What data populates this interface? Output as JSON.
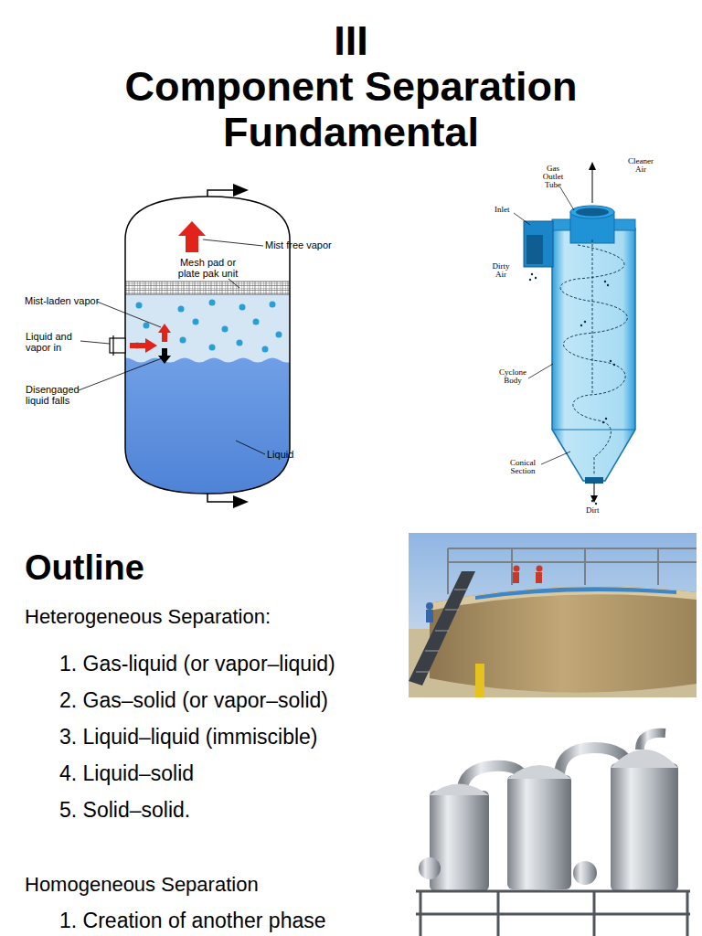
{
  "diagram": {
    "title": "III Component Separation Fundamental",
    "labels": [
      "Mist free vapor",
      "Mesh pad or plate pak unit",
      "Mist-laden vapor",
      "Liquid and vapor in",
      "Disengaged liquid falls",
      "Liquid",
      "Gas Outlet Tube",
      "Cleaner Air",
      "Inlet",
      "Dirty Air",
      "Cyclone Body",
      "Conical Section",
      "Dirt",
      "Outline",
      "Heterogeneous Separation:",
      "1. Gas-liquid (or vapor–liquid)",
      "2. Gas–solid (or vapor–solid)",
      "3. Liquid–liquid (immiscible)",
      "4. Liquid–solid",
      "5. Solid–solid.",
      "Homogeneous Separation",
      "1. Creation of another phase"
    ]
  }
}
